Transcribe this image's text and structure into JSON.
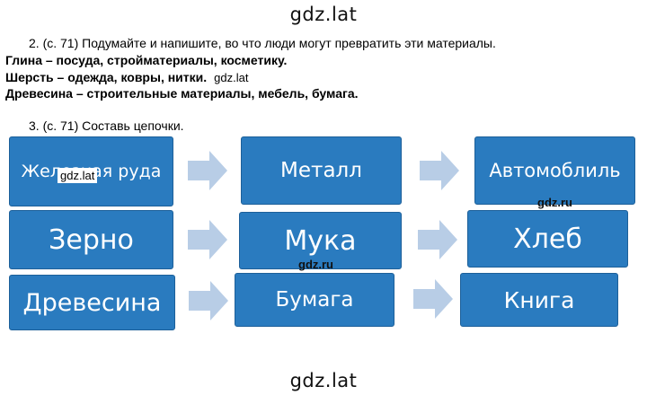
{
  "watermarks": {
    "top": "gdz.lat",
    "bottom": "gdz.lat",
    "in_text": "gdz.lat",
    "on_box": "gdz.lat",
    "ru_1": "gdz.ru",
    "ru_2": "gdz.ru"
  },
  "task2": {
    "question": "2.   (с. 71) Подумайте и напишите, во что люди могут превратить эти материалы.",
    "answers": [
      "Глина – посуда, стройматериалы, косметику.",
      "Шерсть – одежда, ковры, нитки.",
      "Древесина – строительные материалы, мебель, бумага."
    ]
  },
  "task3": {
    "question": "3.   (с. 71) Составь цепочки.",
    "chains": [
      [
        "Железная руда",
        "Металл",
        "Автомоблиль"
      ],
      [
        "Зерно",
        "Мука",
        "Хлеб"
      ],
      [
        "Древесина",
        "Бумага",
        "Книга"
      ]
    ]
  },
  "colors": {
    "box_fill": "#2a7bbf",
    "arrow_fill": "#b8cde6"
  },
  "icons": {
    "arrow": "right-arrow-icon"
  }
}
